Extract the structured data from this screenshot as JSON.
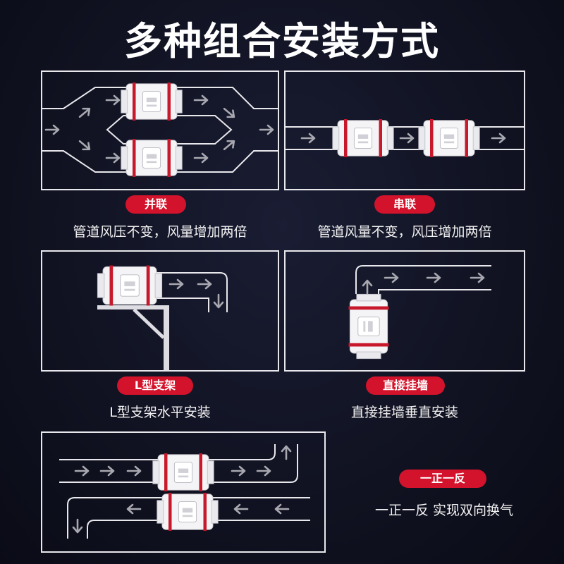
{
  "title": "多种组合安装方式",
  "sections": {
    "parallel": {
      "badge": "并联",
      "caption": "管道风压不变，风量增加两倍"
    },
    "series": {
      "badge": "串联",
      "caption": "管道风量不变，风压增加两倍"
    },
    "bracket": {
      "badge": "L型支架",
      "caption": "L型支架水平安装"
    },
    "wall": {
      "badge": "直接挂墙",
      "caption": "直接挂墙垂直安装"
    },
    "bidirectional": {
      "badge": "一正一反",
      "caption": "一正一反 实现双向换气"
    }
  },
  "colors": {
    "accent": "#d3132b",
    "line": "#e8e8ec",
    "background": "#101221"
  },
  "icons": [
    "fan-icon",
    "arrow-right-icon",
    "arrow-down-icon",
    "arrow-up-icon",
    "arrow-left-icon"
  ]
}
